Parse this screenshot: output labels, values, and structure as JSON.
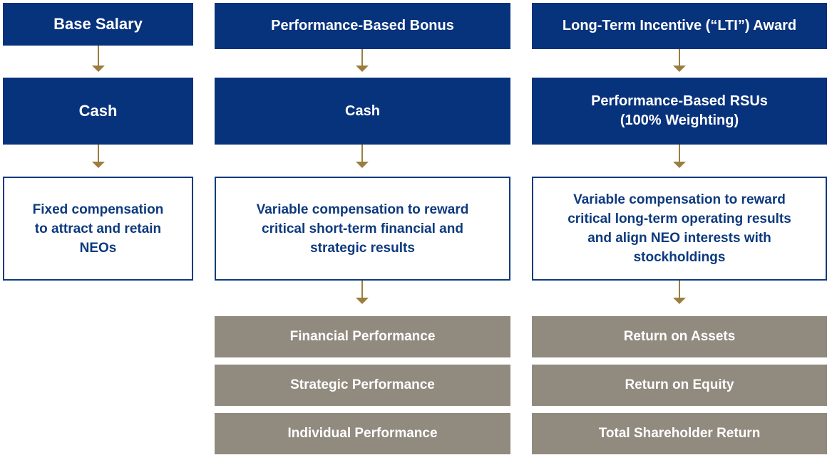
{
  "colors": {
    "navy": "#07327c",
    "outline": "#0d3a7e",
    "grey": "#918a7e",
    "arrow": "#9b7e3f"
  },
  "columns": [
    {
      "header": "Base Salary",
      "vehicle": "Cash",
      "purpose": [
        "Fixed compensation",
        "to attract and retain",
        "NEOs"
      ],
      "metrics": []
    },
    {
      "header": "Performance-Based Bonus",
      "vehicle": "Cash",
      "purpose": [
        "Variable compensation to reward",
        "critical short-term financial and",
        "strategic results"
      ],
      "metrics": [
        "Financial Performance",
        "Strategic Performance",
        "Individual Performance"
      ]
    },
    {
      "header": "Long-Term Incentive (“LTI”) Award",
      "vehicle": [
        "Performance-Based RSUs",
        "(100% Weighting)"
      ],
      "purpose": [
        "Variable compensation to reward",
        "critical long-term operating results",
        "and align NEO interests with",
        "stockholdings"
      ],
      "metrics": [
        "Return on Assets",
        "Return on Equity",
        "Total Shareholder Return"
      ]
    }
  ]
}
